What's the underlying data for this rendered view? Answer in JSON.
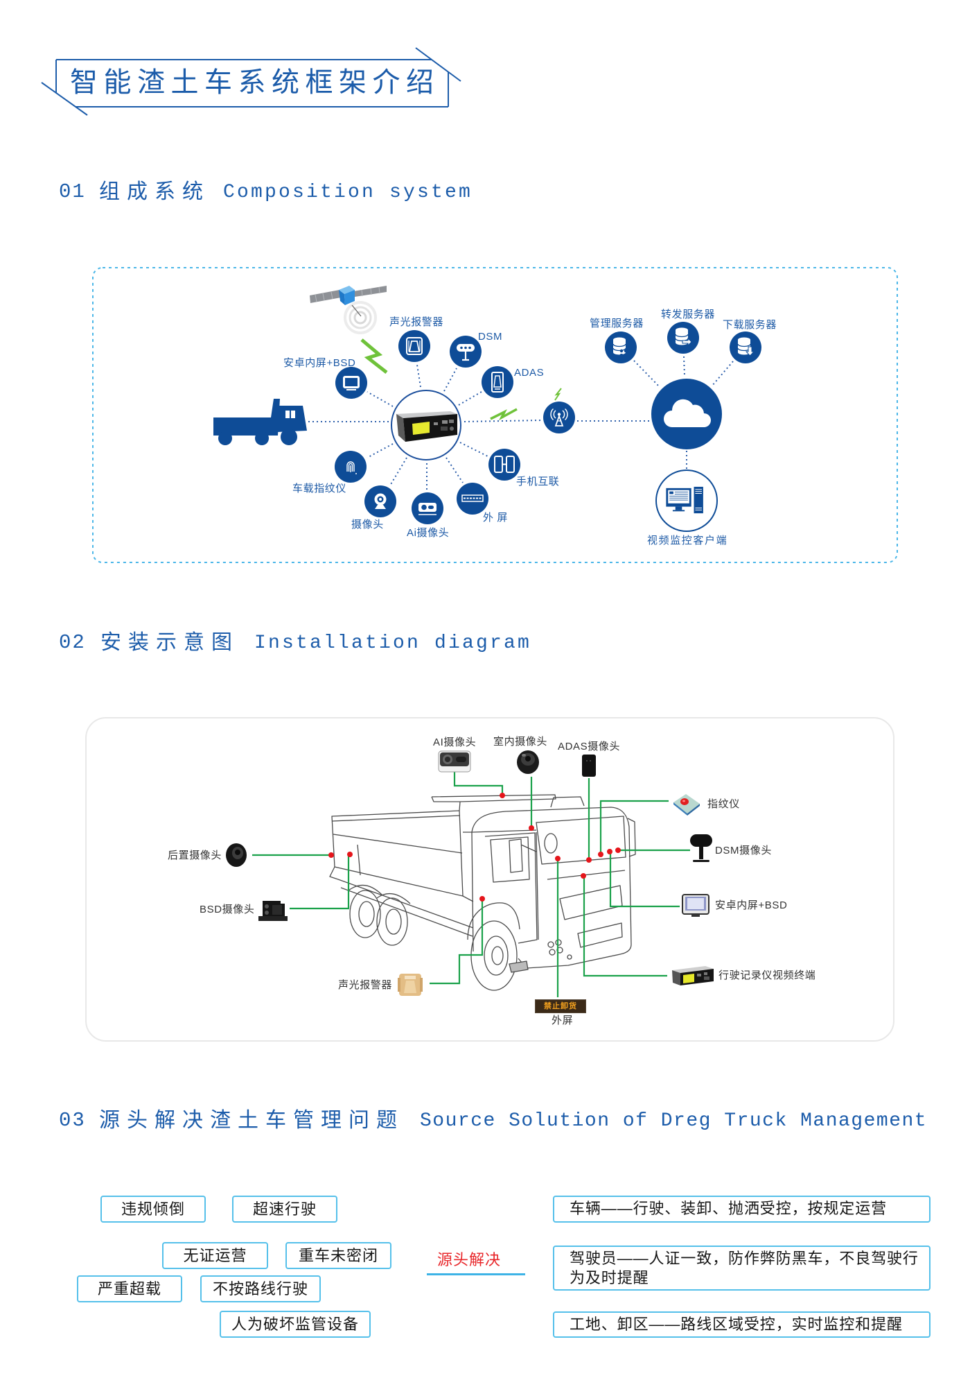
{
  "header": {
    "title": "智能渣土车系统框架介绍"
  },
  "sections": [
    {
      "number": "01",
      "title_zh": "组成系统",
      "title_en": "Composition system"
    },
    {
      "number": "02",
      "title_zh": "安装示意图",
      "title_en": "Installation diagram"
    },
    {
      "number": "03",
      "title_zh": "源头解决渣土车管理问题",
      "title_en": "Source Solution of Dreg Truck Management"
    }
  ],
  "composition_diagram": {
    "vehicle_icon": "dump-truck-icon",
    "satellite_icon": "satellite-icon",
    "center_device_icon": "video-terminal-icon",
    "terminals": [
      {
        "label": "声光报警器",
        "icon": "alarm-icon"
      },
      {
        "label": "DSM",
        "icon": "dsm-camera-icon"
      },
      {
        "label": "ADAS",
        "icon": "adas-camera-icon"
      },
      {
        "label": "安卓内屏+BSD",
        "icon": "monitor-icon"
      },
      {
        "label": "车载指纹仪",
        "icon": "fingerprint-icon"
      },
      {
        "label": "摄像头",
        "icon": "webcam-icon"
      },
      {
        "label": "Ai摄像头",
        "icon": "ai-camera-icon"
      },
      {
        "label": "外 屏",
        "icon": "led-screen-icon"
      },
      {
        "label": "手机互联",
        "icon": "phone-link-icon"
      }
    ],
    "network": {
      "tower_icon": "cell-tower-icon",
      "cloud_icon": "cloud-icon"
    },
    "servers": [
      {
        "label": "管理服务器",
        "icon": "management-server-icon"
      },
      {
        "label": "转发服务器",
        "icon": "forwarding-server-icon"
      },
      {
        "label": "下载服务器",
        "icon": "download-server-icon"
      }
    ],
    "client": {
      "label": "视频监控客户端",
      "icon": "desktop-computer-icon"
    }
  },
  "installation_diagram": {
    "devices": [
      {
        "label": "AI摄像头"
      },
      {
        "label": "室内摄像头"
      },
      {
        "label": "ADAS摄像头"
      },
      {
        "label": "指纹仪"
      },
      {
        "label": "DSM摄像头"
      },
      {
        "label": "安卓内屏+BSD"
      },
      {
        "label": "行驶记录仪视频终端"
      },
      {
        "label": "外屏",
        "screen_text": "禁止卸货"
      },
      {
        "label": "声光报警器"
      },
      {
        "label": "BSD摄像头"
      },
      {
        "label": "后置摄像头"
      }
    ]
  },
  "solution": {
    "problems": [
      "违规倾倒",
      "超速行驶",
      "无证运营",
      "重车未密闭",
      "严重超载",
      "不按路线行驶",
      "人为破坏监管设备"
    ],
    "center_label": "源头解决",
    "outcomes": [
      "车辆——行驶、装卸、抛洒受控，按规定运营",
      "驾驶员——人证一致，防作弊防黑车，不良驾驶行为及时提醒",
      "工地、卸区——路线区域受控，实时监控和提醒"
    ]
  },
  "colors": {
    "heading_blue": "#1c5caa",
    "icon_blue": "#0e4c97",
    "accent_cyan": "#4ab6e8",
    "wire_green": "#1aa14a",
    "mount_point_red": "#e5151b",
    "highlight_red": "#e8262a"
  }
}
